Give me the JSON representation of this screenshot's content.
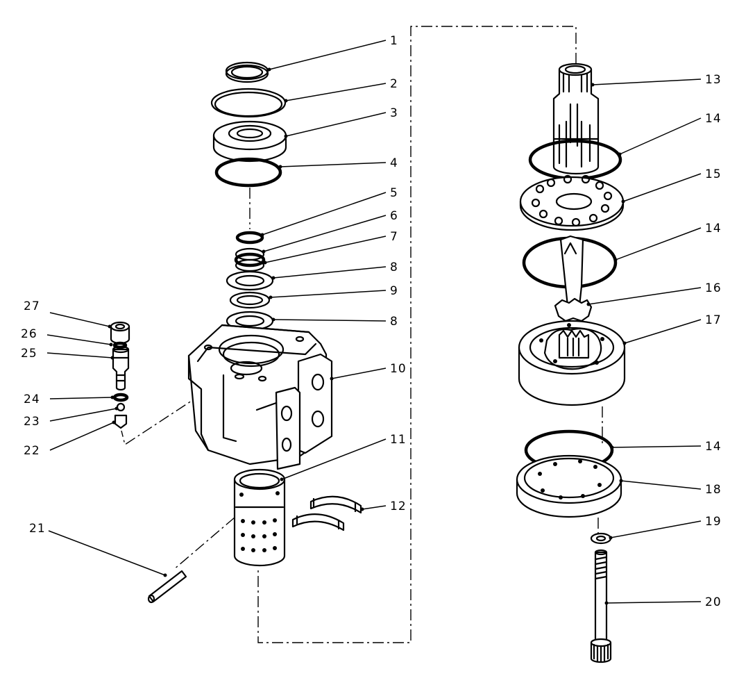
{
  "callouts": [
    {
      "id": "c1",
      "text": "1"
    },
    {
      "id": "c2",
      "text": "2"
    },
    {
      "id": "c3",
      "text": "3"
    },
    {
      "id": "c4",
      "text": "4"
    },
    {
      "id": "c5",
      "text": "5"
    },
    {
      "id": "c6",
      "text": "6"
    },
    {
      "id": "c7",
      "text": "7"
    },
    {
      "id": "c8a",
      "text": "8"
    },
    {
      "id": "c9",
      "text": "9"
    },
    {
      "id": "c8b",
      "text": "8"
    },
    {
      "id": "c10",
      "text": "10"
    },
    {
      "id": "c11",
      "text": "11"
    },
    {
      "id": "c12",
      "text": "12"
    },
    {
      "id": "c13",
      "text": "13"
    },
    {
      "id": "c14a",
      "text": "14"
    },
    {
      "id": "c15",
      "text": "15"
    },
    {
      "id": "c14b",
      "text": "14"
    },
    {
      "id": "c16",
      "text": "16"
    },
    {
      "id": "c17",
      "text": "17"
    },
    {
      "id": "c14c",
      "text": "14"
    },
    {
      "id": "c18",
      "text": "18"
    },
    {
      "id": "c19",
      "text": "19"
    },
    {
      "id": "c20",
      "text": "20"
    },
    {
      "id": "c21",
      "text": "21"
    },
    {
      "id": "c22",
      "text": "22"
    },
    {
      "id": "c23",
      "text": "23"
    },
    {
      "id": "c24",
      "text": "24"
    },
    {
      "id": "c25",
      "text": "25"
    },
    {
      "id": "c26",
      "text": "26"
    },
    {
      "id": "c27",
      "text": "27"
    }
  ]
}
